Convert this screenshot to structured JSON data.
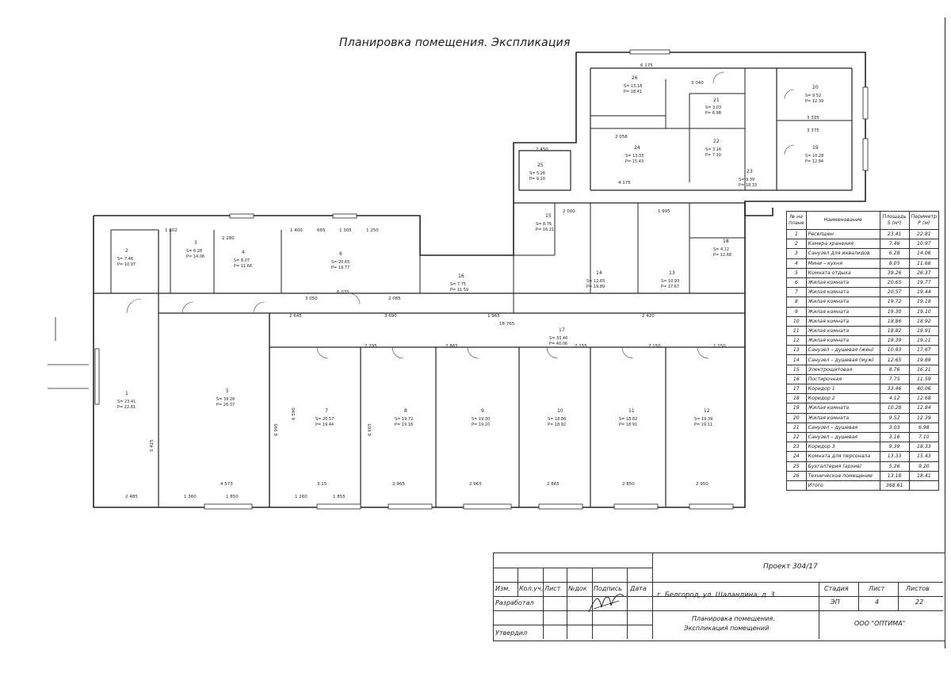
{
  "title": "Планировка помещения. Экспликация",
  "plan": {
    "rooms": [
      {
        "no": "1",
        "area": "S= 23.41",
        "perim": "P= 22.81"
      },
      {
        "no": "2",
        "area": "S= 7.46",
        "perim": "P= 10.97"
      },
      {
        "no": "3",
        "area": "S= 6.28",
        "perim": "P= 14.06"
      },
      {
        "no": "4",
        "area": "S= 8.07",
        "perim": "P= 11.66"
      },
      {
        "no": "5",
        "area": "S= 39.26",
        "perim": "P= 26.37"
      },
      {
        "no": "6",
        "area": "S= 20.65",
        "perim": "P= 19.77"
      },
      {
        "no": "7",
        "area": "S= 20.57",
        "perim": "P= 19.44"
      },
      {
        "no": "8",
        "area": "S= 19.72",
        "perim": "P= 19.18"
      },
      {
        "no": "9",
        "area": "S= 19.30",
        "perim": "P= 19.10"
      },
      {
        "no": "10",
        "area": "S= 18.86",
        "perim": "P= 18.92"
      },
      {
        "no": "11",
        "area": "S= 18.82",
        "perim": "P= 18.91"
      },
      {
        "no": "12",
        "area": "S= 19.39",
        "perim": "P= 19.11"
      },
      {
        "no": "13",
        "area": "S= 10.93",
        "perim": "P= 17.67"
      },
      {
        "no": "14",
        "area": "S= 12.65",
        "perim": "P= 19.89"
      },
      {
        "no": "15",
        "area": "S= 8.76",
        "perim": "P= 16.21"
      },
      {
        "no": "16",
        "area": "S= 7.75",
        "perim": "P= 11.59"
      },
      {
        "no": "17",
        "area": "S= 33.46",
        "perim": "P= 40.06"
      },
      {
        "no": "18",
        "area": "S= 4.12",
        "perim": "P= 12.68"
      },
      {
        "no": "19",
        "area": "S= 10.28",
        "perim": "P= 12.84"
      },
      {
        "no": "20",
        "area": "S= 9.52",
        "perim": "P= 12.39"
      },
      {
        "no": "21",
        "area": "S= 3.03",
        "perim": "P= 6.98"
      },
      {
        "no": "22",
        "area": "S= 3.16",
        "perim": "P= 7.10"
      },
      {
        "no": "23",
        "area": "S= 9.39",
        "perim": "P= 18.33"
      },
      {
        "no": "24",
        "area": "S= 13.33",
        "perim": "P= 15.43"
      },
      {
        "no": "25",
        "area": "S= 5.26",
        "perim": "P= 9.20"
      },
      {
        "no": "26",
        "area": "S= 13.18",
        "perim": "P= 18.41"
      }
    ],
    "dims": {
      "top_a": "1 802",
      "top_b": "1 400",
      "top_c": "665",
      "top_d": "1 305",
      "top_e": "1 250",
      "top_f": "2 280",
      "top_g": "3 050",
      "top_h": "6 035",
      "top_i": "2 085",
      "mid_a": "2 645",
      "mid_b": "3 690",
      "mid_c": "1 965",
      "mid_d": "18 765",
      "mid_e": "2 420",
      "row_a": "2 295",
      "row_b": "2 865",
      "row_c": "2 155",
      "row_d": "2 150",
      "row_e": "1 150",
      "bot_a": "4 573",
      "bot_b": "3.15",
      "bot_c": "2 965",
      "bot_d": "2 965",
      "bot_e": "2 865",
      "bot_f": "2 850",
      "bot_g": "2 950",
      "bot_h": "2 485",
      "win_a": "1 360",
      "win_b": "1 850",
      "win_c": "1 260",
      "win_d": "1 855",
      "right_a": "6 175",
      "right_b": "3 040",
      "right_c": "3 335",
      "right_d": "2 058",
      "right_e": "4 175",
      "right_f": "3 375",
      "right_g": "2 450",
      "right_h": "2 000",
      "right_i": "1 995",
      "v_a": "5 425",
      "v_b": "6 995",
      "v_c": "6 665",
      "v_d": "6 590"
    }
  },
  "table": {
    "headers": [
      "№ на плане",
      "Наименование",
      "Площадь S (м²)",
      "Периметр Р (м)"
    ],
    "rows": [
      [
        "1",
        "Ресепшен",
        "23.41",
        "22.81"
      ],
      [
        "2",
        "Камера хранения",
        "7.46",
        "10.97"
      ],
      [
        "3",
        "Санузел для инвалидов",
        "6.28",
        "14.06"
      ],
      [
        "4",
        "Мини – кухня",
        "8.05",
        "11.66"
      ],
      [
        "5",
        "Комната отдыха",
        "39.26",
        "26.37"
      ],
      [
        "6",
        "Жилая комната",
        "20.65",
        "19.77"
      ],
      [
        "7",
        "Жилая комната",
        "20.57",
        "19.44"
      ],
      [
        "8",
        "Жилая комната",
        "19.72",
        "19.18"
      ],
      [
        "9",
        "Жилая комната",
        "19.30",
        "19.10"
      ],
      [
        "10",
        "Жилая комната",
        "18.86",
        "18.92"
      ],
      [
        "11",
        "Жилая комната",
        "18.82",
        "18.91"
      ],
      [
        "12",
        "Жилая комната",
        "19.39",
        "19.11"
      ],
      [
        "13",
        "Санузел – душевая (жен)",
        "10.93",
        "17.67"
      ],
      [
        "14",
        "Санузел – душевая (муж)",
        "12.65",
        "19.89"
      ],
      [
        "15",
        "Электрощитовая",
        "8.76",
        "16.21"
      ],
      [
        "16",
        "Постирочная",
        "7.75",
        "11.59"
      ],
      [
        "17",
        "Коридор 1",
        "33.46",
        "40.06"
      ],
      [
        "18",
        "Коридор 2",
        "4.12",
        "12.68"
      ],
      [
        "19",
        "Жилая комната",
        "10.28",
        "12.84"
      ],
      [
        "20",
        "Жилая комната",
        "9.52",
        "12.39"
      ],
      [
        "21",
        "Санузел – душевая",
        "3.03",
        "6.98"
      ],
      [
        "22",
        "Санузел – душевая",
        "3.16",
        "7.10"
      ],
      [
        "23",
        "Коридор 3",
        "9.39",
        "18.33"
      ],
      [
        "24",
        "Комната для персонала",
        "13.33",
        "15.43"
      ],
      [
        "25",
        "Бухгалтерия (архив)",
        "5.26",
        "9.20"
      ],
      [
        "26",
        "Техническое помещение",
        "13.18",
        "18.41"
      ]
    ],
    "total_label": "Итого",
    "total_area": "368.61"
  },
  "title_block": {
    "project": "Проект 304/17",
    "col_izm": "Изм.",
    "col_koluch": "Кол.уч.",
    "col_list": "Лист",
    "col_ndok": "№док",
    "col_podpis": "Подпись",
    "col_data": "Дата",
    "address": "г. Белгород, ул. Шаландина, д. 3",
    "razrab": "Разработал",
    "utverdil": "Утвердил",
    "stadia_label": "Стадия",
    "list_label": "Лист",
    "listov_label": "Листов",
    "stadia": "ЭП",
    "list": "4",
    "listov": "22",
    "sheet_name_1": "Планировка помещения.",
    "sheet_name_2": "Экспликация помещений",
    "company": "ООО \"ОПТИМА\""
  }
}
